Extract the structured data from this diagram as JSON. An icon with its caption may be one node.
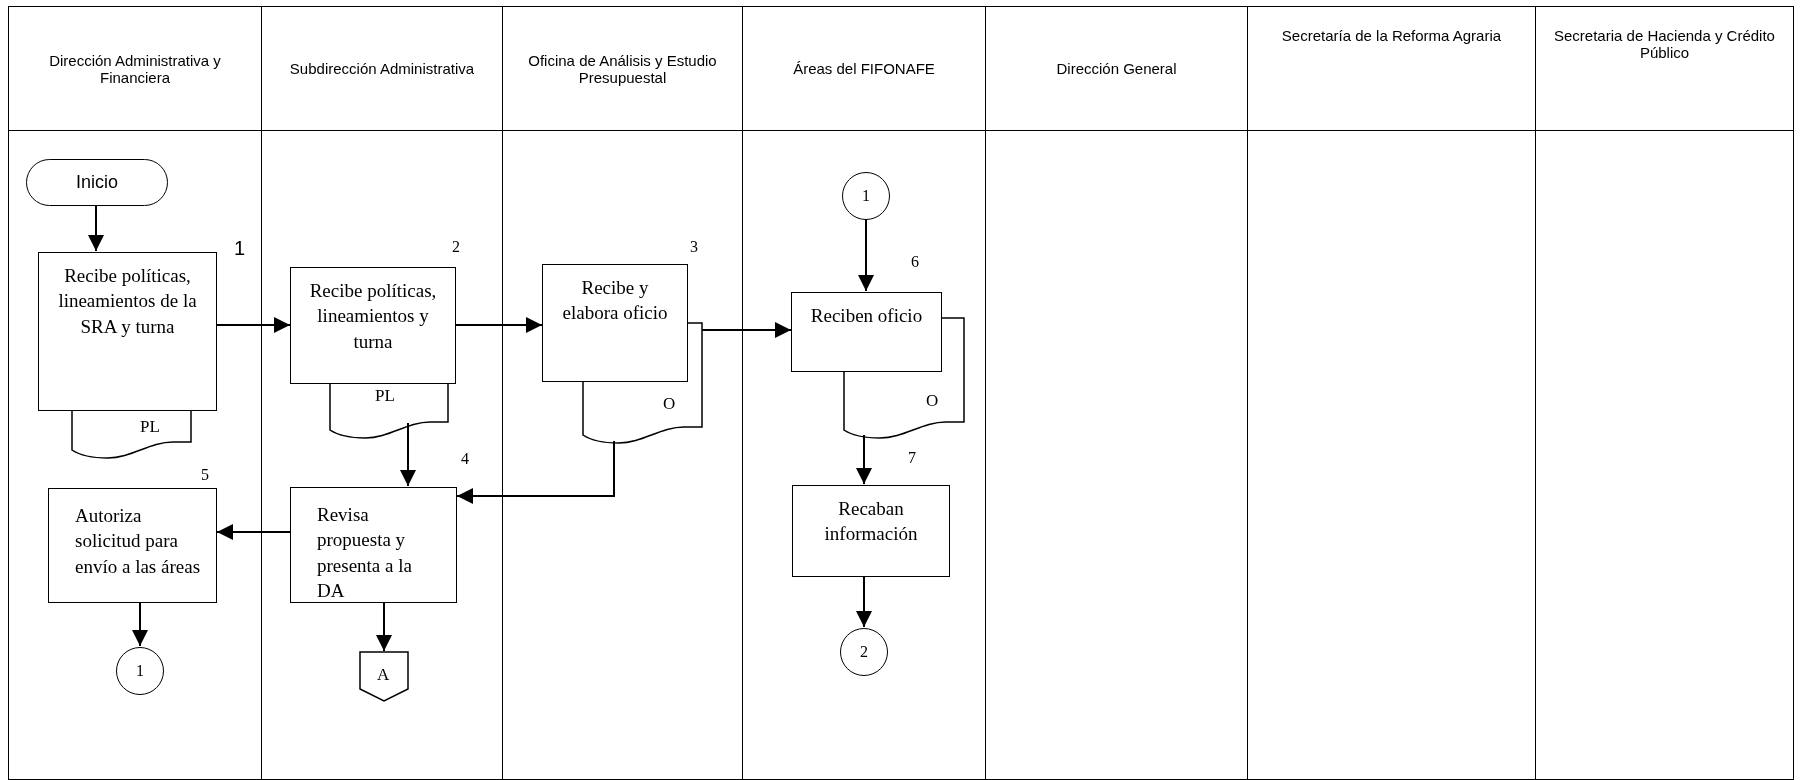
{
  "diagram": {
    "nodes": [
      {
        "text": [
          "Dirección Administrativa y Financiera"
        ]
      },
      {
        "text": [
          "Subdirección Administrativa"
        ]
      },
      {
        "text": [
          "Oficina de Análisis y Estudio Presupuestal"
        ]
      },
      {
        "text": [
          "Áreas del FIFONAFE"
        ]
      },
      {
        "text": [
          "Dirección General"
        ]
      },
      {
        "text": [
          "Secretaría de la Reforma Agraria"
        ]
      },
      {
        "text": [
          "Secretaria de Hacienda y Crédito Público"
        ]
      },
      {
        "text": [
          "Inicio"
        ],
        "in": 0
      },
      {
        "text": [
          "Recibe políticas, lineamientos de la SRA y turna"
        ],
        "in": 0,
        "beside": [
          "1"
        ]
      },
      {
        "text": [
          "PL"
        ],
        "in": 0
      },
      {
        "text": [
          "Recibe políticas, lineamientos y turna"
        ],
        "in": 1,
        "beside": [
          "2"
        ]
      },
      {
        "text": [
          "PL"
        ],
        "in": 1
      },
      {
        "text": [
          "Recibe y elabora oficio"
        ],
        "in": 2,
        "beside": [
          "3"
        ]
      },
      {
        "text": [
          "O"
        ],
        "in": 2
      },
      {
        "text": [
          "Revisa propuesta y presenta a la DA"
        ],
        "in": 1,
        "beside": [
          "4"
        ]
      },
      {
        "text": [
          "Autoriza solicitud para envío a las áreas"
        ],
        "in": 0,
        "beside": [
          "5"
        ]
      },
      {
        "text": [
          "1"
        ],
        "in": 0
      },
      {
        "text": [
          "A"
        ],
        "in": 1
      },
      {
        "text": [
          "1"
        ],
        "in": 3
      },
      {
        "text": [
          "Reciben oficio"
        ],
        "in": 3,
        "beside": [
          "6"
        ]
      },
      {
        "text": [
          "O"
        ],
        "in": 3
      },
      {
        "text": [
          "Recaban información"
        ],
        "in": 3,
        "beside": [
          "7"
        ]
      },
      {
        "text": [
          "2"
        ],
        "in": 3
      }
    ],
    "edges": [
      {
        "from": 7,
        "to": 8,
        "arrow": "to"
      },
      {
        "from": 8,
        "to": 10,
        "arrow": "to"
      },
      {
        "from": 10,
        "to": 12,
        "arrow": "to"
      },
      {
        "from": 13,
        "to": 19,
        "arrow": "to"
      },
      {
        "from": 11,
        "to": 14,
        "arrow": "to"
      },
      {
        "from": 13,
        "to": 14,
        "arrow": "to"
      },
      {
        "from": 14,
        "to": 15,
        "arrow": "to"
      },
      {
        "from": 15,
        "to": 16,
        "arrow": "to"
      },
      {
        "from": 14,
        "to": 17,
        "arrow": "to"
      },
      {
        "from": 18,
        "to": 19,
        "arrow": "to"
      },
      {
        "from": 20,
        "to": 21,
        "arrow": "to"
      },
      {
        "from": 21,
        "to": 22,
        "arrow": "to"
      }
    ]
  }
}
